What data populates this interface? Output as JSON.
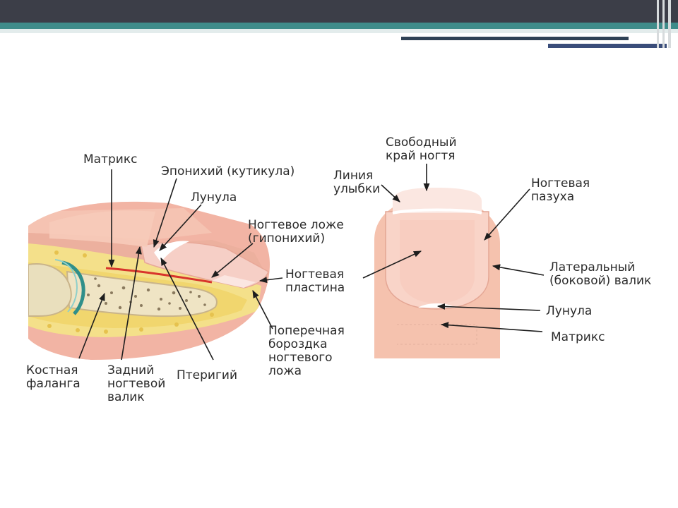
{
  "labels": {
    "matrix_left": "Матрикс",
    "eponychium": "Эпонихий (кутикула)",
    "lunula_left": "Лунула",
    "nail_bed": "Ногтевое ложе\n(гипонихий)",
    "nail_plate": "Ногтевая\nпластина",
    "transverse_groove": "Поперечная\nбороздка\nногтевого\nложа",
    "bone_phalanx": "Костная\nфаланга",
    "posterior_fold": "Задний\nногтевой\nвалик",
    "pterygium": "Птеригий",
    "free_edge": "Свободный\nкрай ногтя",
    "smile_line": "Линия\nулыбки",
    "nail_sinus": "Ногтевая\nпазуха",
    "lateral_fold": "Латеральный\n(боковой) валик",
    "lunula_right": "Лунула",
    "matrix_right": "Матрикс"
  }
}
